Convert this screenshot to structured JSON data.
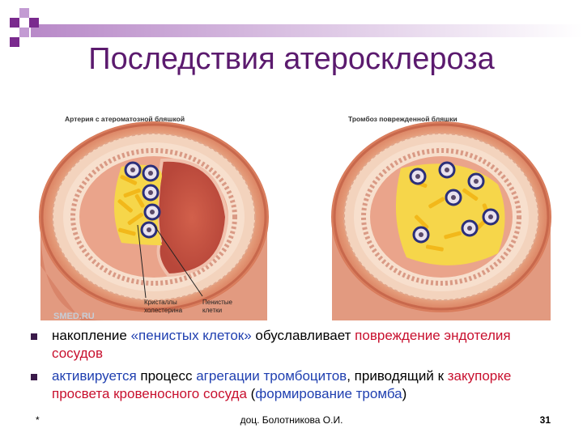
{
  "title": "Последствия атеросклероза",
  "figure": {
    "left_caption": "Артерия с атероматозной бляшкой",
    "right_caption": "Тромбоз поврежденной бляшки",
    "label_crystals_1": "Кристаллы",
    "label_crystals_2": "холестерина",
    "label_foam_1": "Пенистые",
    "label_foam_2": "клетки",
    "watermark": "SMED.RU"
  },
  "bullets": [
    {
      "parts": [
        {
          "text": "накопление ",
          "color": "black"
        },
        {
          "text": "«пенистых клеток»",
          "color": "blue"
        },
        {
          "text": " обуславливает ",
          "color": "black"
        },
        {
          "text": "повреждение эндотелия сосудов",
          "color": "red"
        }
      ]
    },
    {
      "parts": [
        {
          "text": "активируется",
          "color": "blue"
        },
        {
          "text": " процесс ",
          "color": "black"
        },
        {
          "text": "агрегации тромбоцитов",
          "color": "blue"
        },
        {
          "text": ", приводящий к ",
          "color": "black"
        },
        {
          "text": "закупорке просвета кровеносного сосуда",
          "color": "red"
        },
        {
          "text": " (",
          "color": "black"
        },
        {
          "text": "формирование тромба",
          "color": "blue"
        },
        {
          "text": ")",
          "color": "black"
        }
      ]
    }
  ],
  "footer": {
    "left": "*",
    "center": "доц. Болотникова О.И.",
    "page": "31"
  },
  "colors": {
    "title": "#5b1a6e",
    "accent_purple": "#7a2a8e",
    "red_text": "#c8102e",
    "blue_text": "#1f3fb0"
  }
}
